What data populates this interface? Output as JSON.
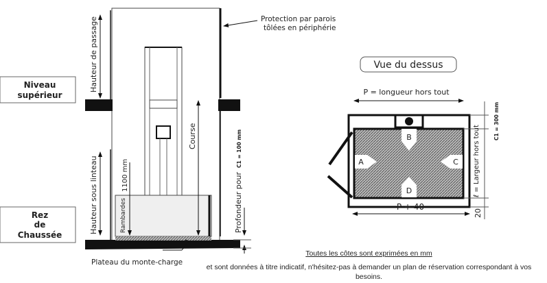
{
  "side_view": {
    "protection_line1": "Protection par parois",
    "protection_line2": "tôlées en périphérie",
    "hauteur_passage": "Hauteur de passage",
    "niveau_superieur_line1": "Niveau",
    "niveau_superieur_line2": "supérieur",
    "course": "Course",
    "c1": "C1 = 100 mm",
    "profondeur": "Profondeur pour",
    "hauteur_linteau": "Hauteur sous linteau",
    "rambardes_height": "1100 mm",
    "rambardes": "Rambardes",
    "rez_line1": "Rez",
    "rez_line2": "de",
    "rez_line3": "Chaussée",
    "plateau": "Plateau du monte-charge"
  },
  "top_view": {
    "title": "Vue du dessus",
    "longueur": "P = longueur hors tout",
    "p40": "P + 40",
    "dim20": "20",
    "c1": "C1 = 300 mm",
    "largeur": "ℓ = Largeur hors tout",
    "access": [
      "A",
      "B",
      "C",
      "D"
    ]
  },
  "notes": {
    "line1": "Toutes les côtes sont exprimées en mm",
    "line2": "et sont données à titre indicatif, n'hésitez-pas à demander un plan de réservation correspondant à vos",
    "line3": "besoins."
  }
}
